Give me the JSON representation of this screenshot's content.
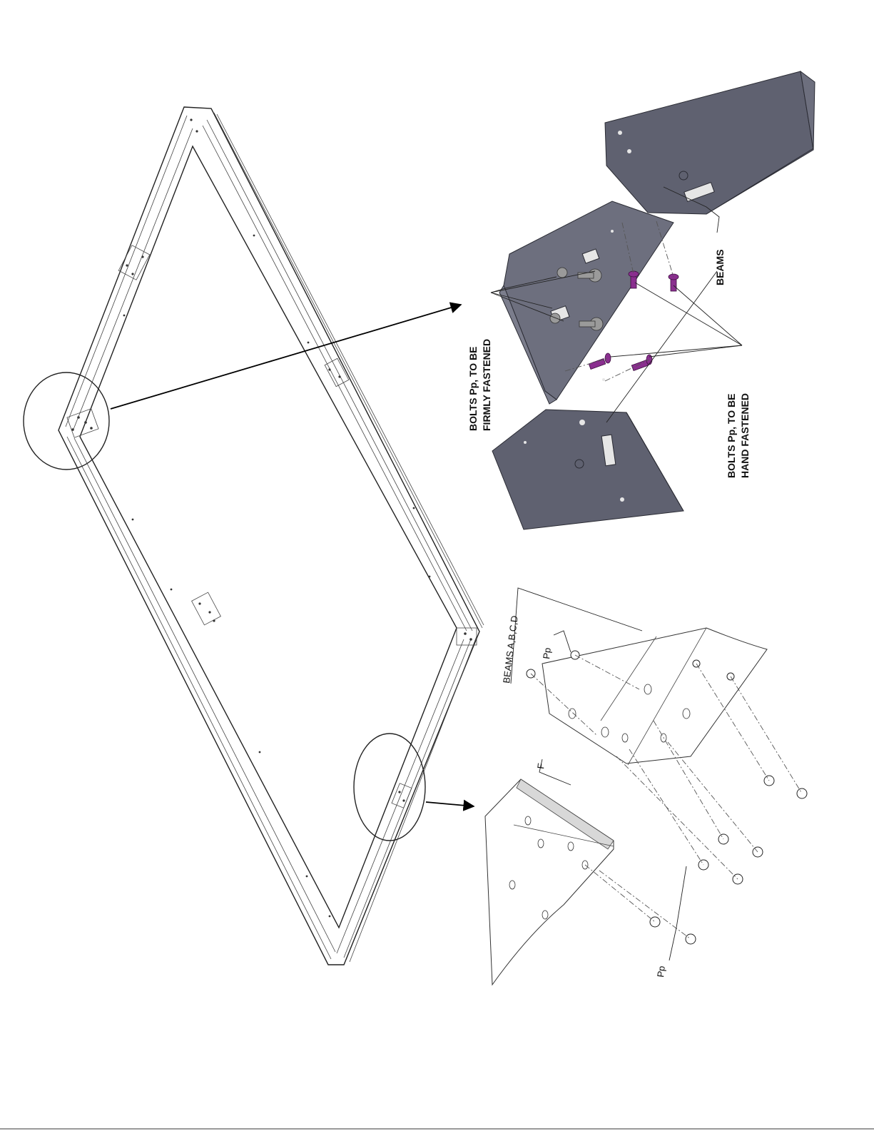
{
  "labels": {
    "firmly_line1": "BOLTS Pp, TO BE",
    "firmly_line2": "FIRMLY FASTENED",
    "hand_line1": "BOLTS Pp, TO BE",
    "hand_line2": "HAND FASTENED",
    "beams": "BEAMS",
    "beams_abcd": "BEAMS A,B,C,D",
    "pp_top": "Pp",
    "f": "F",
    "pp_bottom": "Pp"
  },
  "colors": {
    "bracket_plate": "#5f6170",
    "purple_bolt": "#8a2f8f",
    "grey_bolt": "#9a9a9a",
    "line": "#222222"
  },
  "icons": {
    "corner_zoom": "detail-circle-icon",
    "splice_zoom": "detail-circle-icon",
    "arrow": "arrow-right-icon"
  }
}
